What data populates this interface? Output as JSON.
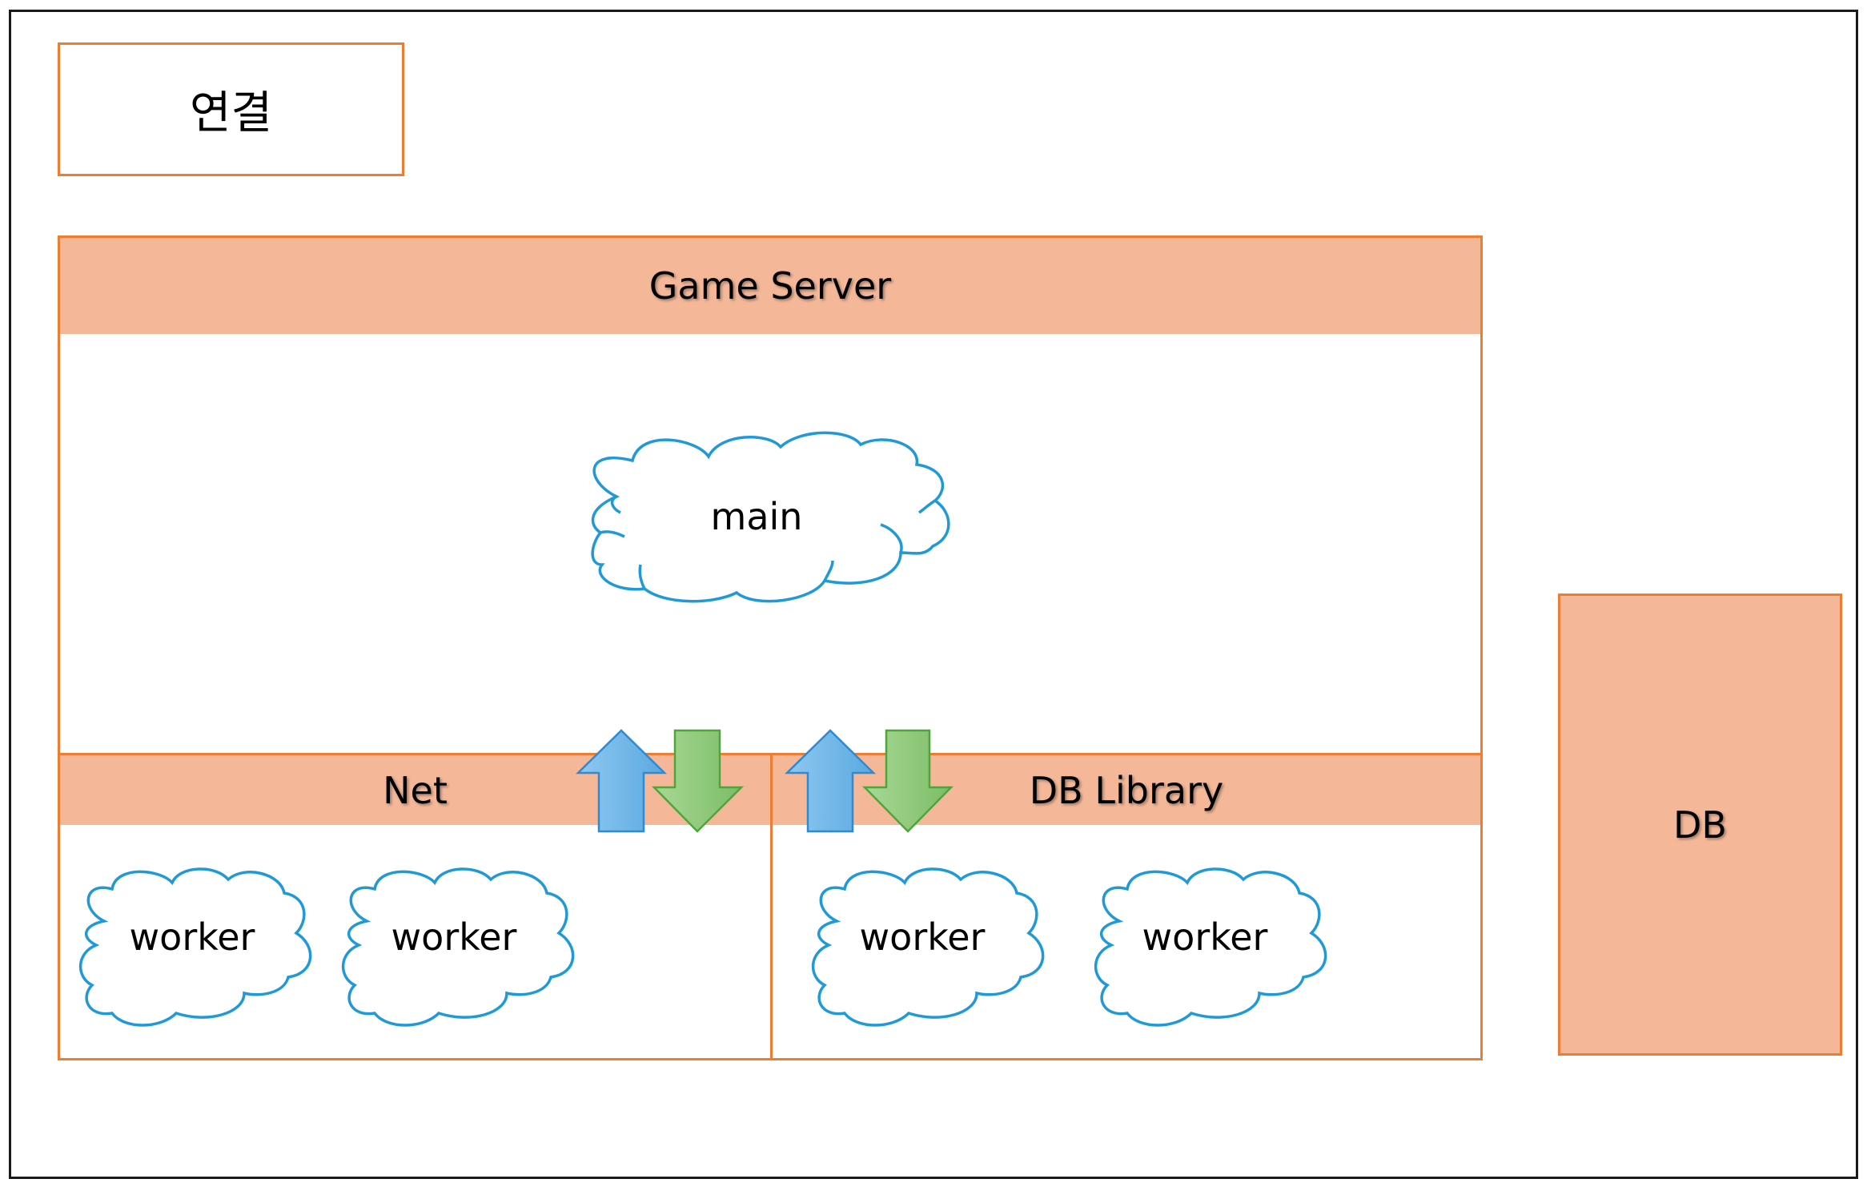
{
  "legend": {
    "label": "연결"
  },
  "game_server": {
    "title": "Game Server",
    "main_label": "main"
  },
  "net": {
    "title": "Net",
    "workers": [
      "worker",
      "worker"
    ]
  },
  "db_library": {
    "title": "DB Library",
    "workers": [
      "worker",
      "worker"
    ]
  },
  "db": {
    "label": "DB"
  },
  "colors": {
    "border": "#ed7d31",
    "fill": "#f4b899",
    "cloud": "#1f9ad6",
    "arrow_up": "#6cb4e8",
    "arrow_down": "#8fc97a"
  }
}
